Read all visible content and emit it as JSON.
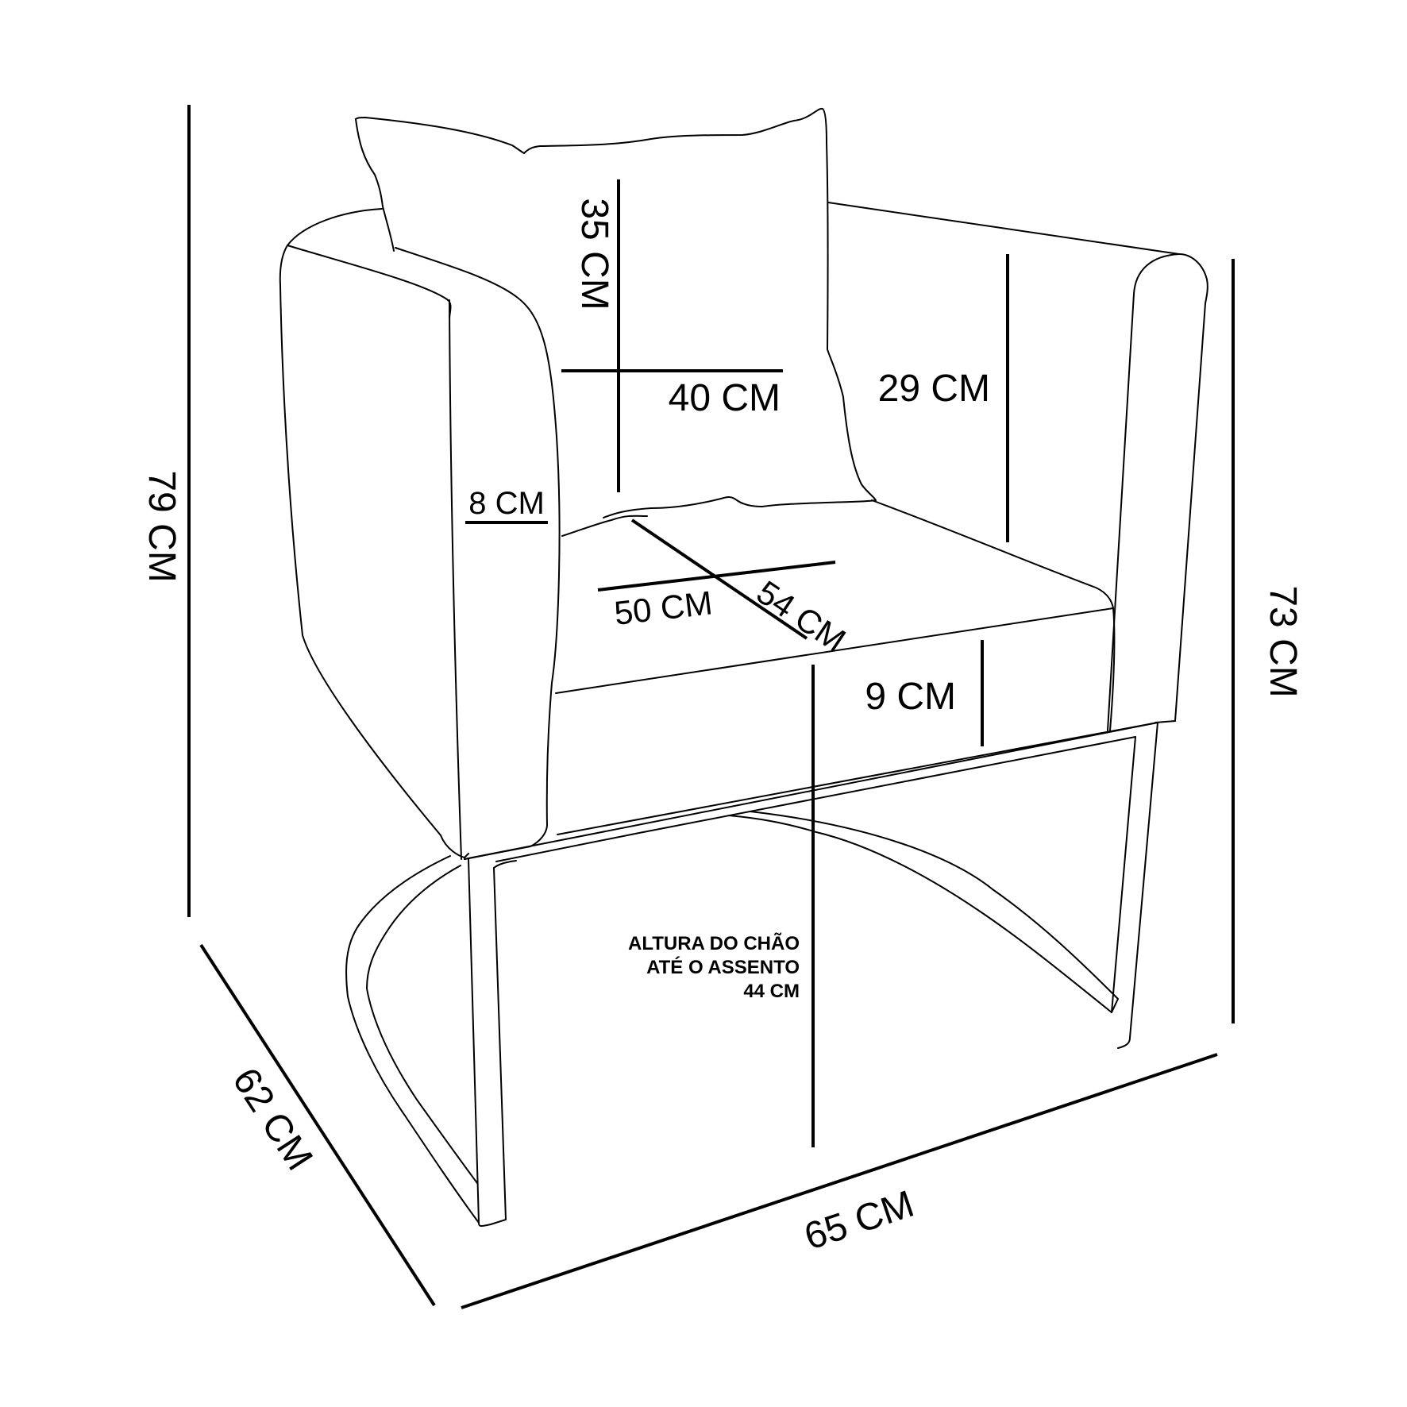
{
  "dimensions": {
    "total_height": "79 CM",
    "arm_height": "73 CM",
    "depth": "62 CM",
    "width": "65 CM",
    "cushion_height": "35 CM",
    "cushion_width": "40 CM",
    "backrest_height": "29 CM",
    "arm_width": "8 CM",
    "seat_width": "50 CM",
    "seat_depth": "54 CM",
    "seat_thickness": "9 CM"
  },
  "seat_height_note": {
    "line1": "ALTURA DO CHÃO",
    "line2": "ATÉ O ASSENTO",
    "line3": "44 CM"
  },
  "colors": {
    "stroke": "#000000",
    "background": "#ffffff"
  }
}
